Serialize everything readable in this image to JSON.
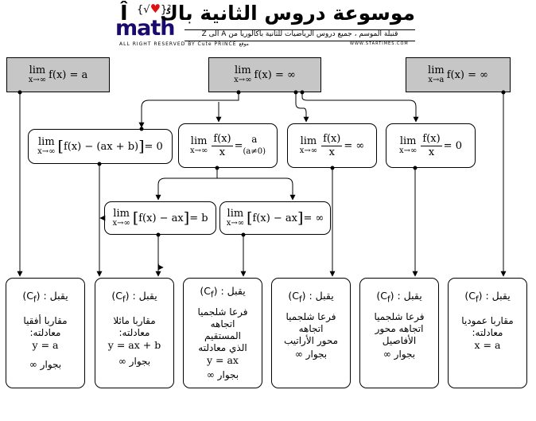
{
  "header": {
    "title": "موسوعة دروس الثانية باك",
    "subtitle": "قنبلة الموسم ، جميع دروس الرياضيات للثانية باكالوريا من A الى Z",
    "rights": "ALL RIGHT RESERVED BY  Cute PRINCE",
    "rights_ar": "موقع",
    "site": "WWW.STARTIMES.COM",
    "logo_i": "Î",
    "logo_formula": "{√",
    "logo_heart": "♥",
    "logo_formula_end": "}²",
    "logo_math": "math"
  },
  "top_boxes": {
    "left": {
      "lim": "lim",
      "sub": "x→∞",
      "expr": "f(x) = a"
    },
    "center": {
      "lim": "lim",
      "sub": "x→∞",
      "expr": "f(x) = ∞"
    },
    "right": {
      "lim": "lim",
      "sub": "x→a",
      "expr": "f(x) = ∞"
    }
  },
  "mid_boxes": {
    "oblique": {
      "lim": "lim",
      "sub": "x→∞",
      "open": "[",
      "expr": "f(x) − (ax + b)",
      "close": "]",
      "tail": "= 0"
    },
    "ratio_a": {
      "lim": "lim",
      "sub": "x→∞",
      "num": "f(x)",
      "den": "x",
      "eq": "=",
      "val": "a",
      "cond": "(a≠0)"
    },
    "ratio_inf": {
      "lim": "lim",
      "sub": "x→∞",
      "num": "f(x)",
      "den": "x",
      "tail": "= ∞"
    },
    "ratio_zero": {
      "lim": "lim",
      "sub": "x→∞",
      "num": "f(x)",
      "den": "x",
      "tail": "= 0"
    }
  },
  "sub_boxes": {
    "diff_b": {
      "lim": "lim",
      "sub": "x→∞",
      "open": "[",
      "expr": "f(x) − ax",
      "close": "]",
      "tail": "= b"
    },
    "diff_inf": {
      "lim": "lim",
      "sub": "x→∞",
      "open": "[",
      "expr": "f(x) − ax",
      "close": "]",
      "tail": "= ∞"
    }
  },
  "results": [
    {
      "lead": "يقبل : (C",
      "lead_sub": "f",
      "lead_end": ")",
      "lines": [
        "مقاربا أفقيا",
        "معادلته:"
      ],
      "eq": "y = a",
      "near": "بجوار  ∞"
    },
    {
      "lead": "يقبل : (C",
      "lead_sub": "f",
      "lead_end": ")",
      "lines": [
        "مقاربا مائلا",
        "معادلته:"
      ],
      "eq": "y = ax + b",
      "near": "بجوار  ∞"
    },
    {
      "lead": "يقبل : (C",
      "lead_sub": "f",
      "lead_end": ")",
      "lines": [
        "فرعا شلجميا",
        "اتجاهه",
        "المستقيم",
        "الذي معادلته"
      ],
      "eq": "y = ax",
      "near": "بجوار ∞"
    },
    {
      "lead": "يقبل : (C",
      "lead_sub": "f",
      "lead_end": ")",
      "lines": [
        "فرعا شلجميا",
        "اتجاهه",
        "محور الأراتيب"
      ],
      "eq": "",
      "near": "بجوار  ∞"
    },
    {
      "lead": "يقبل : (C",
      "lead_sub": "f",
      "lead_end": ")",
      "lines": [
        "فرعا شلجميا",
        "اتجاهه محور",
        "الأفاصيل"
      ],
      "eq": "",
      "near": "بجوار  ∞"
    },
    {
      "lead": "يقبل : (C",
      "lead_sub": "f",
      "lead_end": ")",
      "lines": [
        "مقاربا عموديا",
        "معادلته:"
      ],
      "eq": "x = a",
      "near": ""
    }
  ]
}
